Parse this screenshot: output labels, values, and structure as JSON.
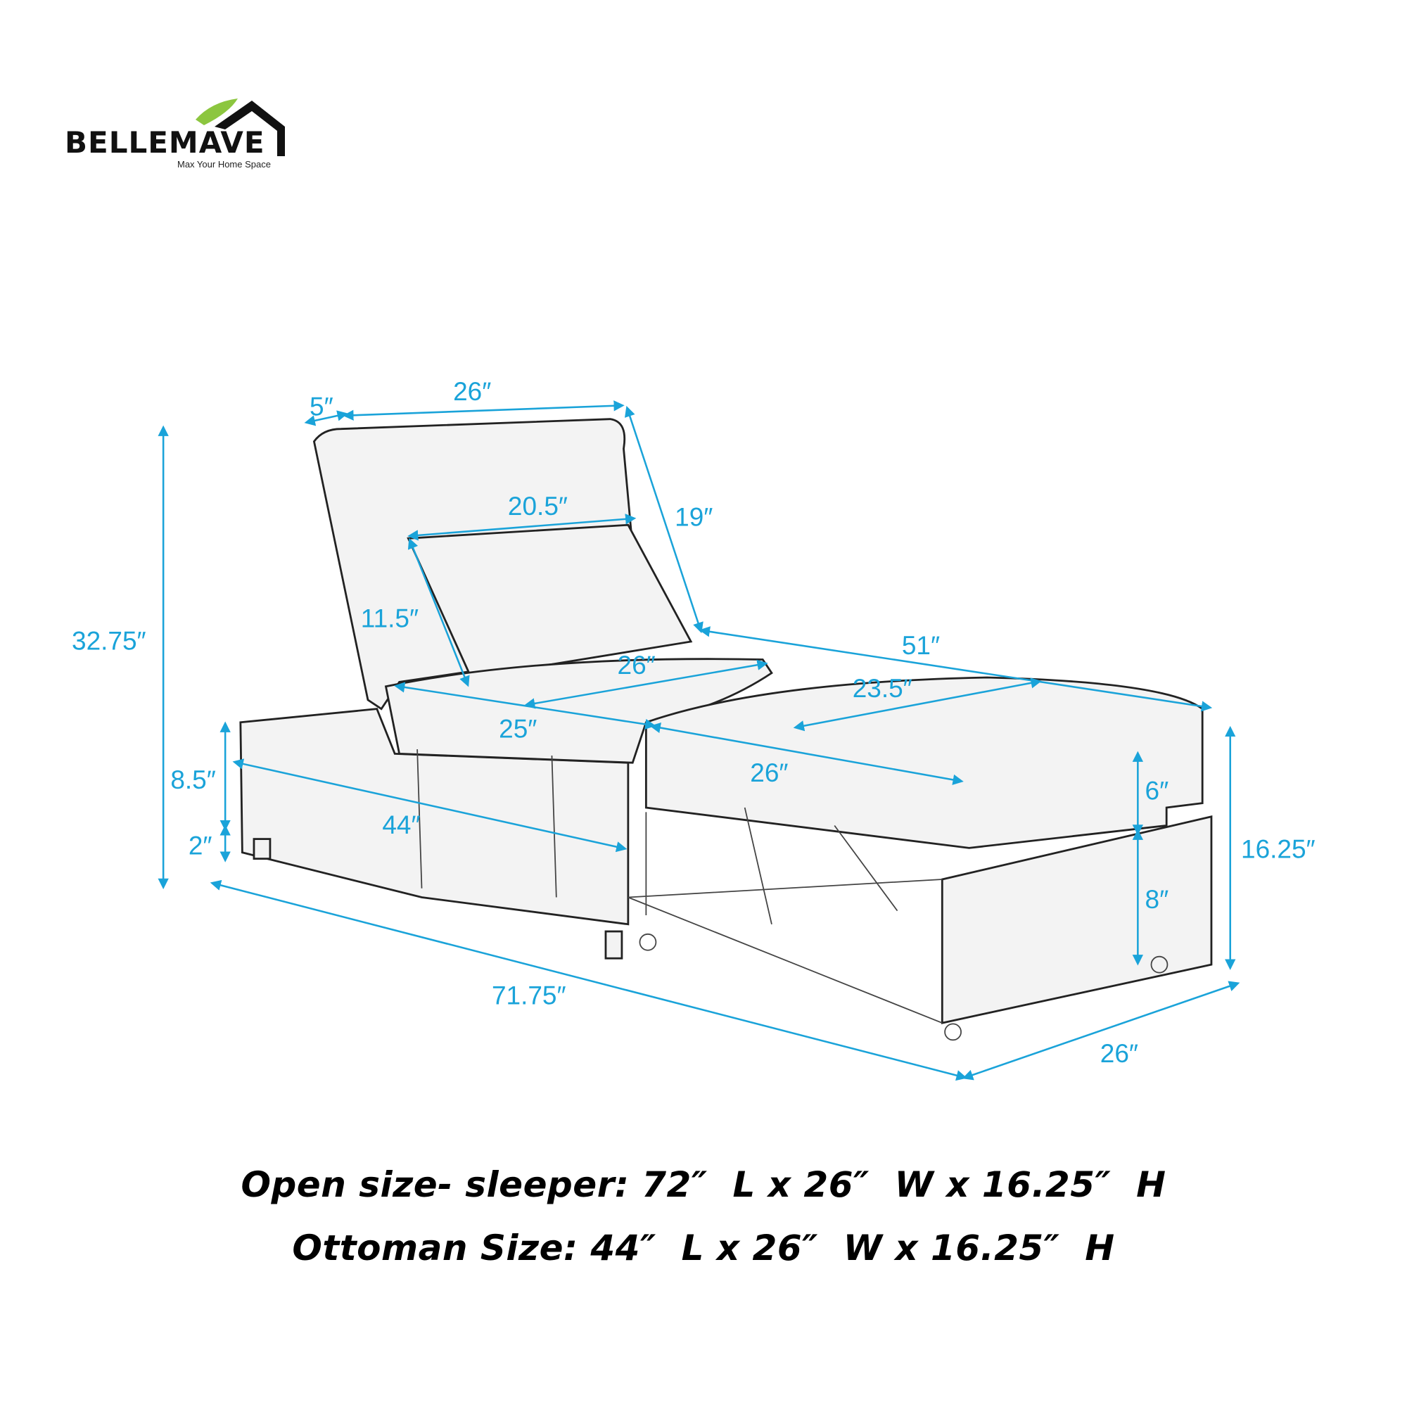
{
  "logo": {
    "brand": "BELLEMAVE",
    "tagline": "Max Your Home Space",
    "leaf_color": "#8cc63f"
  },
  "dimensions": {
    "backrest_depth": "5″",
    "backrest_width": "26″",
    "backrest_height": "19″",
    "pillow_width": "20.5″",
    "pillow_height": "11.5″",
    "total_height": "32.75″",
    "open_length": "51″",
    "seat_width": "26″",
    "seat_depth": "25″",
    "footrest_depth": "23.5″",
    "base_height": "8.5″",
    "footrest_width": "26″",
    "cushion_height": "6″",
    "ottoman_length": "44″",
    "leg_height": "2″",
    "overall_height": "16.25″",
    "frame_height": "8″",
    "total_length": "71.75″",
    "total_width": "26″"
  },
  "captions": {
    "open_size": "Open size- sleeper: 72″  L x 26″  W x 16.25″  H",
    "ottoman_size": "Ottoman Size: 44″  L x 26″  W x 16.25″  H"
  },
  "accent_color": "#1aa3d9"
}
